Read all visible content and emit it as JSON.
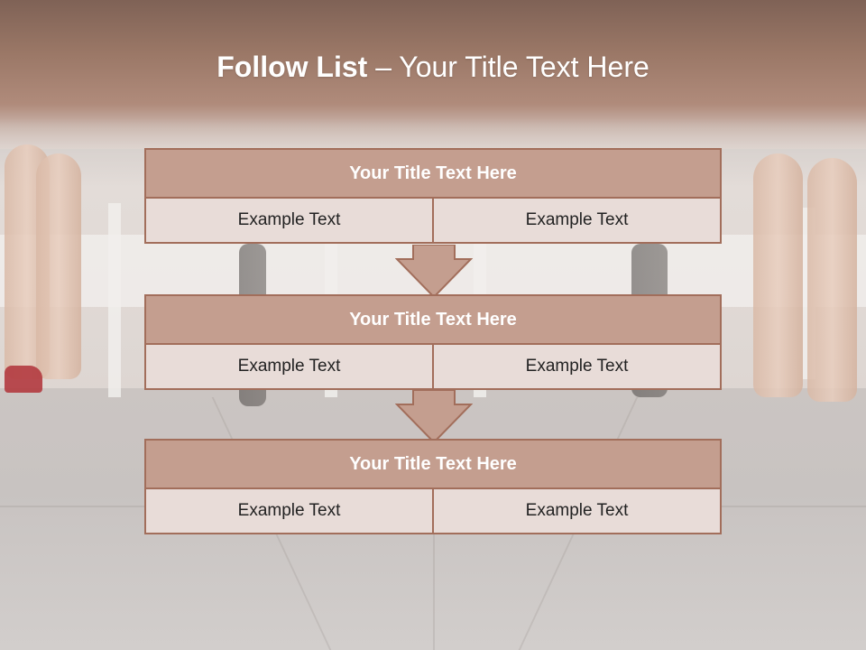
{
  "title": {
    "bold": "Follow List",
    "rest": " – Your Title Text Here"
  },
  "blocks": [
    {
      "header": "Your Title Text Here",
      "left": "Example Text",
      "right": "Example Text"
    },
    {
      "header": "Your Title Text Here",
      "left": "Example Text",
      "right": "Example Text"
    },
    {
      "header": "Your Title Text Here",
      "left": "Example Text",
      "right": "Example Text"
    }
  ],
  "colors": {
    "header_fill": "#c49e8f",
    "border": "#a26e5b",
    "cell_fill": "#e8dcd8",
    "arrow_fill": "#c49e8f"
  }
}
